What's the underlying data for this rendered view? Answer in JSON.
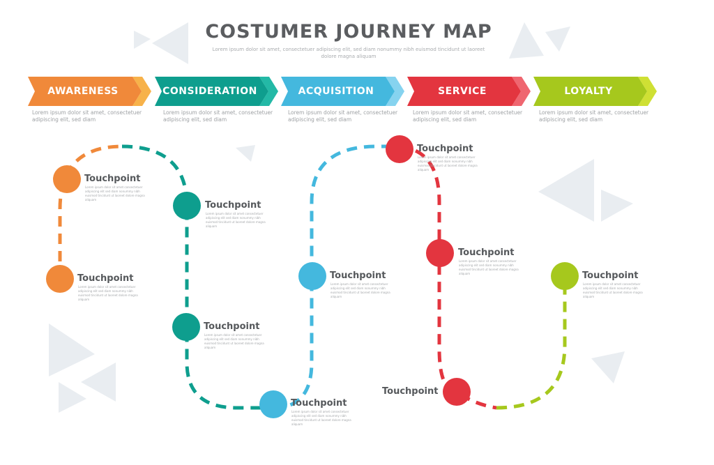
{
  "title": "COSTUMER JOURNEY MAP",
  "subtitle": "Lorem ipsum dolor sit amet, consectetuer adipiscing elit, sed diam nonummy nibh euismod tincidunt ut laoreet dolore magna aliquam",
  "colors": {
    "orange": "#f0893a",
    "teal": "#0e9e8e",
    "blue": "#44b8de",
    "red": "#e3353f",
    "green": "#a6c81d",
    "decor": "#e9edf1"
  },
  "stages": [
    {
      "label": "AWARENESS",
      "color": "#f0893a",
      "accent": "#f7b24a",
      "desc": "Lorem ipsum dolor sit amet, consectetuer adipiscing elit, sed diam"
    },
    {
      "label": "CONSIDERATION",
      "color": "#0e9e8e",
      "accent": "#23b9a6",
      "desc": "Lorem ipsum dolor sit amet, consectetuer adipiscing elit, sed diam"
    },
    {
      "label": "ACQUISITION",
      "color": "#44b8de",
      "accent": "#86d3ef",
      "desc": "Lorem ipsum dolor sit amet, consectetuer adipiscing elit, sed diam"
    },
    {
      "label": "SERVICE",
      "color": "#e3353f",
      "accent": "#ef6670",
      "desc": "Lorem ipsum dolor sit amet, consectetuer adipiscing elit, sed diam"
    },
    {
      "label": "LOYALTY",
      "color": "#a6c81d",
      "accent": "#cfe034",
      "desc": "Lorem ipsum dolor sit amet, consectetuer adipiscing elit, sed diam"
    }
  ],
  "touchpoints": [
    {
      "label": "Touchpoint",
      "stage": "AWARENESS",
      "desc": "Lorem ipsum dolor sit amet consectetuer adipiscing elit sed diam nonummy nibh euismod tincidunt ut laoreet dolore magna aliquam"
    },
    {
      "label": "Touchpoint",
      "stage": "AWARENESS",
      "desc": "Lorem ipsum dolor sit amet consectetuer adipiscing elit sed diam nonummy nibh euismod tincidunt ut laoreet dolore magna aliquam"
    },
    {
      "label": "Touchpoint",
      "stage": "CONSIDERATION",
      "desc": "Lorem ipsum dolor sit amet consectetuer adipiscing elit sed diam nonummy nibh euismod tincidunt ut laoreet dolore magna aliquam"
    },
    {
      "label": "Touchpoint",
      "stage": "CONSIDERATION",
      "desc": "Lorem ipsum dolor sit amet consectetuer adipiscing elit sed diam nonummy nibh euismod tincidunt ut laoreet dolore magna aliquam"
    },
    {
      "label": "Touchpoint",
      "stage": "ACQUISITION",
      "desc": "Lorem ipsum dolor sit amet consectetuer adipiscing elit sed diam nonummy nibh euismod tincidunt ut laoreet dolore magna aliquam"
    },
    {
      "label": "Touchpoint",
      "stage": "ACQUISITION",
      "desc": "Lorem ipsum dolor sit amet consectetuer adipiscing elit sed diam nonummy nibh euismod tincidunt ut laoreet dolore magna aliquam"
    },
    {
      "label": "Touchpoint",
      "stage": "SERVICE",
      "desc": "Lorem ipsum dolor sit amet consectetuer adipiscing elit sed diam nonummy nibh euismod tincidunt ut laoreet dolore magna aliquam"
    },
    {
      "label": "Touchpoint",
      "stage": "SERVICE",
      "desc": "Lorem ipsum dolor sit amet consectetuer adipiscing elit sed diam nonummy nibh euismod tincidunt ut laoreet dolore magna aliquam"
    },
    {
      "label": "Touchpoint",
      "stage": "SERVICE",
      "desc": ""
    },
    {
      "label": "Touchpoint",
      "stage": "LOYALTY",
      "desc": "Lorem ipsum dolor sit amet consectetuer adipiscing elit sed diam nonummy nibh euismod tincidunt ut laoreet dolore magna aliquam"
    }
  ]
}
